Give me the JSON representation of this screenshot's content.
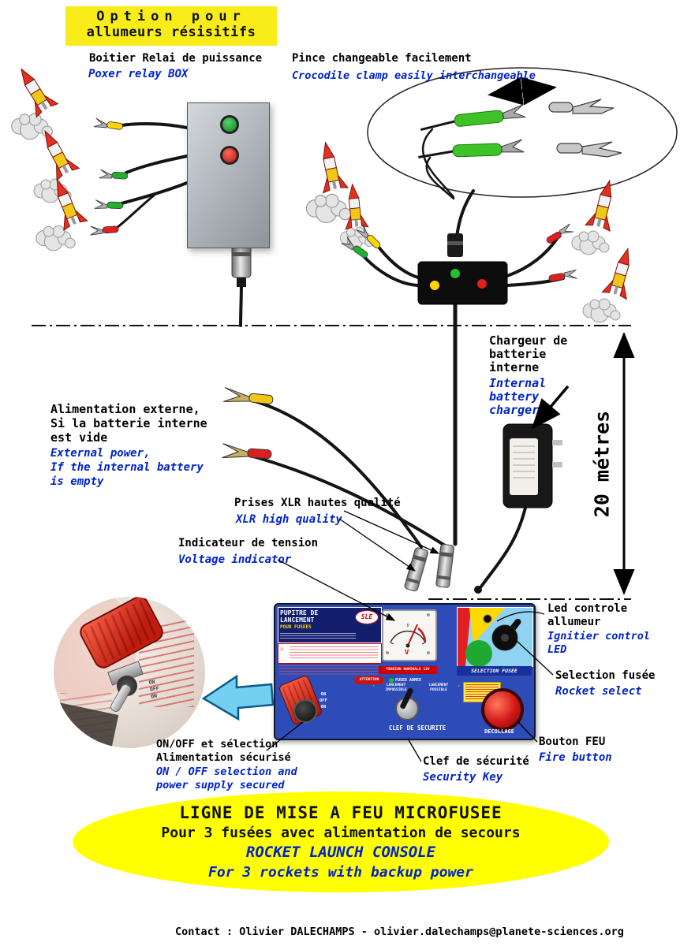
{
  "colors": {
    "label_blue": "#0022cc",
    "highlight_yellow": "#f8ec1a",
    "banner_yellow": "#ffff00",
    "console_blue": "#2e4cb8",
    "fire_red": "#c41414"
  },
  "icons": {
    "warning": "⚠"
  },
  "option_box": {
    "line1": "Option pour",
    "line2": "allumeurs résisitifs"
  },
  "labels": {
    "relay_fr": "Boitier Relai de puissance",
    "relay_en": "Poxer relay BOX",
    "clamp_fr": "Pince changeable facilement",
    "clamp_en": "Crocodile clamp easily interchangeable",
    "external_fr": "Alimentation externe,\nSi la batterie interne\nest vide",
    "external_en": "External power,\nIf the internal battery\nis empty",
    "charger_fr": "Chargeur de\nbatterie\ninterne",
    "charger_en": "Internal\nbattery\ncharger",
    "xlr_fr": "Prises XLR hautes qualité",
    "xlr_en": "XLR high quality",
    "voltage_fr": "Indicateur de tension",
    "voltage_en": "Voltage indicator",
    "distance": "20 métres",
    "led_fr": "Led controle\nallumeur",
    "led_en": "Ignitier control\nLED",
    "select_fr": "Selection fusée",
    "select_en": "Rocket select",
    "power_fr": "ON/OFF et sélection\nAlimentation sécurisé",
    "power_en": "ON / OFF selection and\npower supply secured",
    "key_fr": "Clef de sécurité",
    "key_en": "Security Key",
    "fire_fr": "Bouton FEU",
    "fire_en": "Fire button"
  },
  "console": {
    "title": "PUPITRE DE LANCEMENT",
    "subtitle": "POUR FUSEES",
    "brand": "SLE",
    "attention": "ATTENTION",
    "armed": "FUSEE ARMEE",
    "nominal": "TENSION NOMINALE 12V",
    "volt_unit": "V",
    "selection": "SELECTION FUSEE",
    "launch_impossible": "LANCEMENT\nIMPOSSIBLE",
    "launch_possible": "LANCEMENT\nPOSSIBLE",
    "key_label": "CLEF DE SECURITE",
    "fire_label": "DECOLLAGE",
    "sw_on1": "ON",
    "sw_off": "OFF",
    "sw_on2": "ON"
  },
  "inset": {
    "on1": "ON",
    "off": "OFF",
    "on2": "ON"
  },
  "banner": {
    "line1": "LIGNE DE MISE A FEU MICROFUSEE",
    "line2": "Pour 3 fusées avec alimentation de secours",
    "line3": "ROCKET LAUNCH CONSOLE",
    "line4": "For 3 rockets with backup power"
  },
  "footer": {
    "contact": "Contact : Olivier DALECHAMPS - olivier.dalechamps@planete-sciences.org"
  }
}
